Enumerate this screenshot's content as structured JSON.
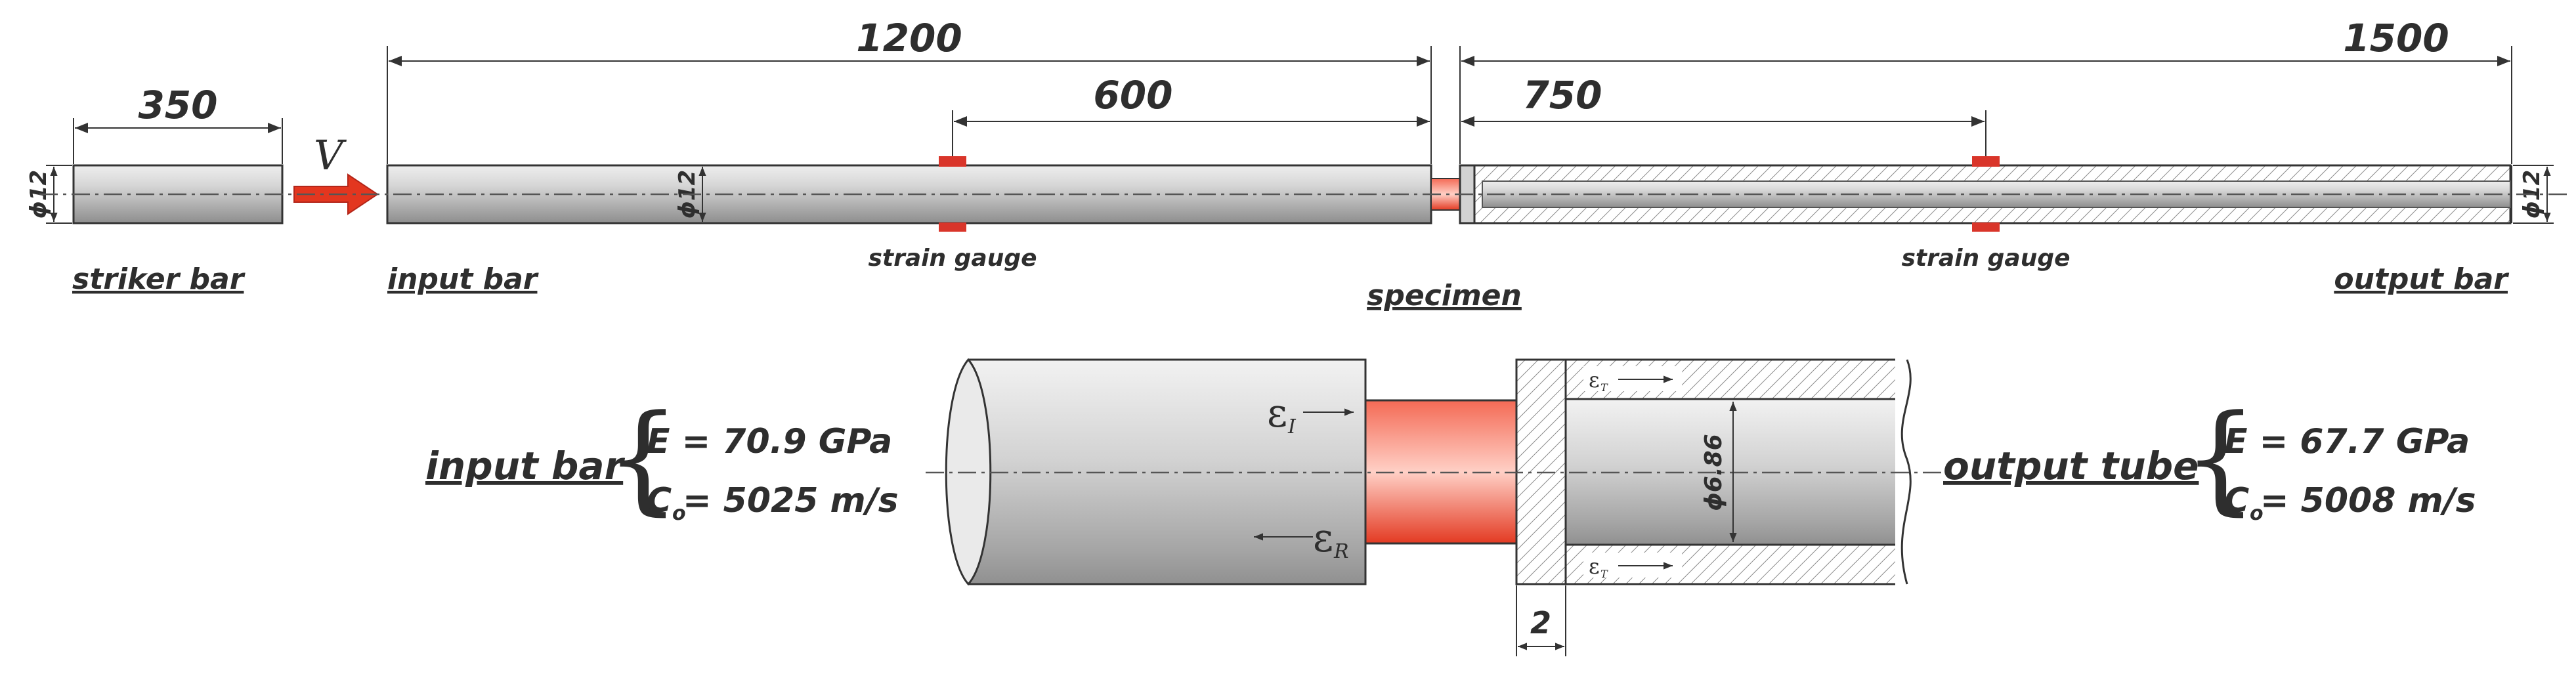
{
  "dimensions": {
    "striker_length": "350",
    "input_length": "1200",
    "input_gauge_distance": "600",
    "output_length": "1500",
    "output_gauge_distance": "750",
    "diameter": "ϕ12",
    "inner_diameter": "ϕ6.86",
    "flange_thickness": "2"
  },
  "labels": {
    "velocity": "V",
    "striker_bar": "striker bar",
    "input_bar": "input bar",
    "strain_gauge": "strain gauge",
    "specimen": "specimen",
    "output_bar": "output bar",
    "output_tube": "output tube"
  },
  "waves": {
    "incident": "ε",
    "incident_sub": "I",
    "reflected": "ε",
    "reflected_sub": "R",
    "transmitted": "ε",
    "transmitted_sub": "T"
  },
  "properties": {
    "input_E": "E = 70.9 GPa",
    "input_C": "C",
    "input_C_sub": "o",
    "input_C_val": " = 5025 m/s",
    "output_E": "E = 67.7 GPa",
    "output_C": "C",
    "output_C_sub": "o",
    "output_C_val": " = 5008 m/s"
  },
  "colors": {
    "specimen": "#e8412a",
    "gauge": "#d9352a",
    "bar": "#c8c8c8"
  }
}
